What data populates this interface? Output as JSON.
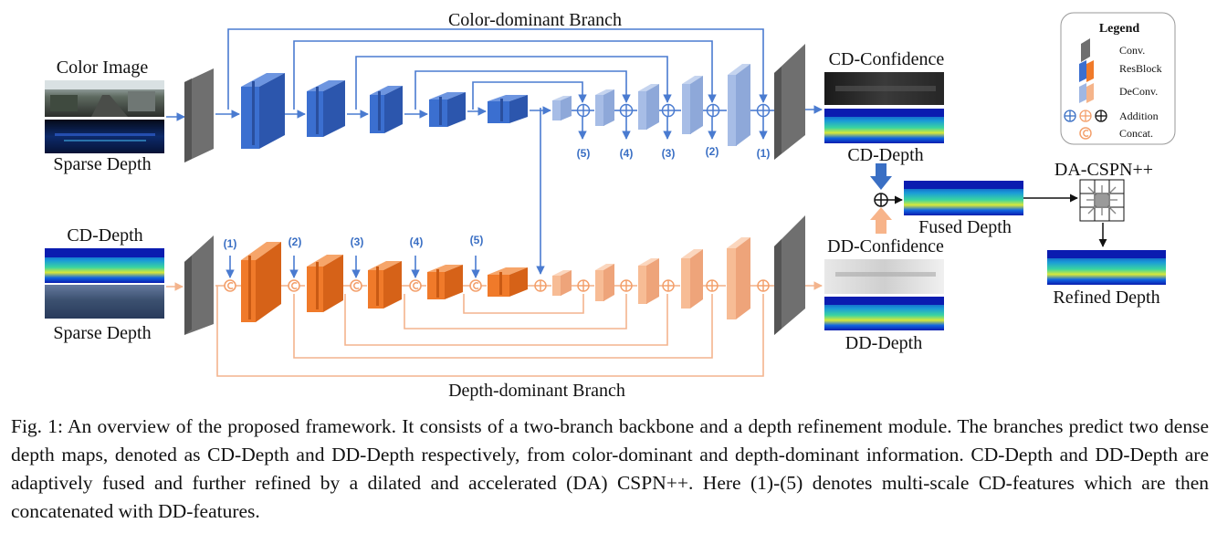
{
  "labels": {
    "color_branch": "Color-dominant Branch",
    "depth_branch": "Depth-dominant Branch",
    "color_image": "Color Image",
    "sparse_depth_top": "Sparse Depth",
    "cd_depth_input": "CD-Depth",
    "sparse_depth_bottom": "Sparse Depth",
    "cd_confidence": "CD-Confidence",
    "cd_depth_output": "CD-Depth",
    "dd_confidence": "DD-Confidence",
    "dd_depth_output": "DD-Depth",
    "fused_depth": "Fused Depth",
    "da_cspn": "DA-CSPN++",
    "refined_depth": "Refined Depth"
  },
  "scale_labels": [
    "(1)",
    "(2)",
    "(3)",
    "(4)",
    "(5)"
  ],
  "legend": {
    "title": "Legend",
    "items": [
      {
        "label": "Conv.",
        "icon": "conv-block-icon"
      },
      {
        "label": "ResBlock",
        "icon": "resblock-icon"
      },
      {
        "label": "DeConv.",
        "icon": "deconv-block-icon"
      },
      {
        "label": "Addition",
        "icon": "addition-icon"
      },
      {
        "label": "Concat.",
        "icon": "concat-icon"
      }
    ]
  },
  "colors": {
    "conv": "#6f6f6f",
    "cd_resblock": "#3b6fd0",
    "cd_deconv": "#9fb7e3",
    "dd_resblock": "#f07a2a",
    "dd_deconv": "#f5b48a",
    "cd_line": "#4a7bd0",
    "dd_line": "#f3b48d",
    "depth_low": "#0a1cb0",
    "depth_high": "#ff3a1a"
  },
  "caption": "Fig. 1: An overview of the proposed framework. It consists of a two-branch backbone and a depth refinement module. The branches predict two dense depth maps, denoted as CD-Depth and DD-Depth respectively, from color-dominant and depth-dominant information. CD-Depth and DD-Depth are adaptively fused and further refined by a dilated and accelerated (DA) CSPN++. Here (1)-(5) denotes multi-scale CD-features which are then concatenated with DD-features."
}
